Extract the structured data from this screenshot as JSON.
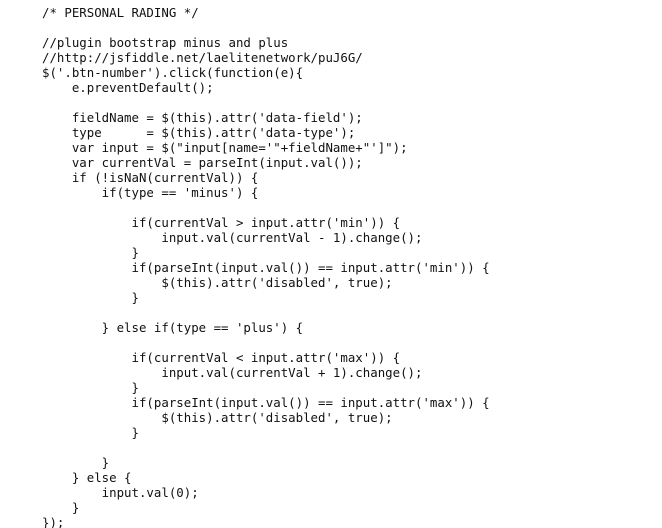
{
  "editor": {
    "lines": [
      "/* PERSONAL RADING */",
      "",
      "//plugin bootstrap minus and plus",
      "//http://jsfiddle.net/laelitenetwork/puJ6G/",
      "$('.btn-number').click(function(e){",
      "    e.preventDefault();",
      "",
      "    fieldName = $(this).attr('data-field');",
      "    type      = $(this).attr('data-type');",
      "    var input = $(\"input[name='\"+fieldName+\"']\");",
      "    var currentVal = parseInt(input.val());",
      "    if (!isNaN(currentVal)) {",
      "        if(type == 'minus') {",
      "",
      "            if(currentVal > input.attr('min')) {",
      "                input.val(currentVal - 1).change();",
      "            }",
      "            if(parseInt(input.val()) == input.attr('min')) {",
      "                $(this).attr('disabled', true);",
      "            }",
      "",
      "        } else if(type == 'plus') {",
      "",
      "            if(currentVal < input.attr('max')) {",
      "                input.val(currentVal + 1).change();",
      "            }",
      "            if(parseInt(input.val()) == input.attr('max')) {",
      "                $(this).attr('disabled', true);",
      "            }",
      "",
      "        }",
      "    } else {",
      "        input.val(0);",
      "    }",
      "});"
    ]
  }
}
